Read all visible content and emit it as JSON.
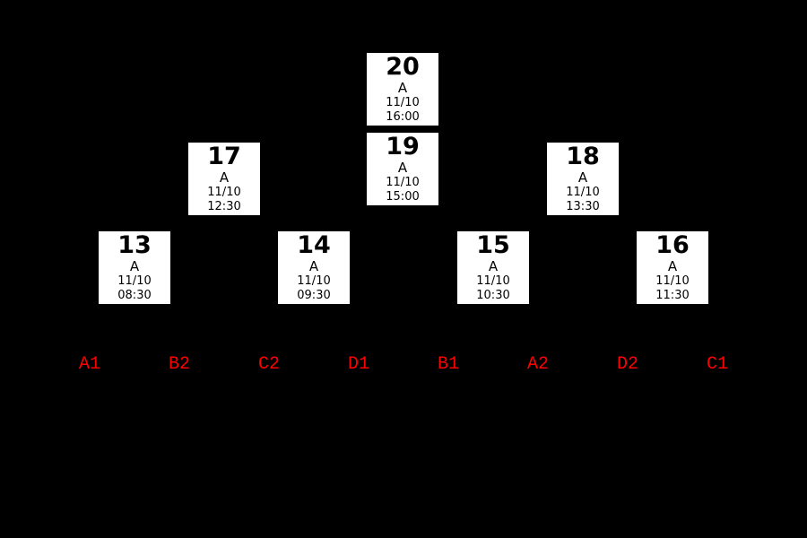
{
  "colors": {
    "background": "#000000",
    "box_background": "#ffffff",
    "box_text": "#000000",
    "seed_text": "#ff0000"
  },
  "matches": [
    {
      "number": "13",
      "group": "A",
      "date": "11/10",
      "time": "08:30"
    },
    {
      "number": "14",
      "group": "A",
      "date": "11/10",
      "time": "09:30"
    },
    {
      "number": "15",
      "group": "A",
      "date": "11/10",
      "time": "10:30"
    },
    {
      "number": "16",
      "group": "A",
      "date": "11/10",
      "time": "11:30"
    },
    {
      "number": "17",
      "group": "A",
      "date": "11/10",
      "time": "12:30"
    },
    {
      "number": "18",
      "group": "A",
      "date": "11/10",
      "time": "13:30"
    },
    {
      "number": "19",
      "group": "A",
      "date": "11/10",
      "time": "15:00"
    },
    {
      "number": "20",
      "group": "A",
      "date": "11/10",
      "time": "16:00"
    }
  ],
  "seeds": [
    "A1",
    "B2",
    "C2",
    "D1",
    "B1",
    "A2",
    "D2",
    "C1"
  ]
}
